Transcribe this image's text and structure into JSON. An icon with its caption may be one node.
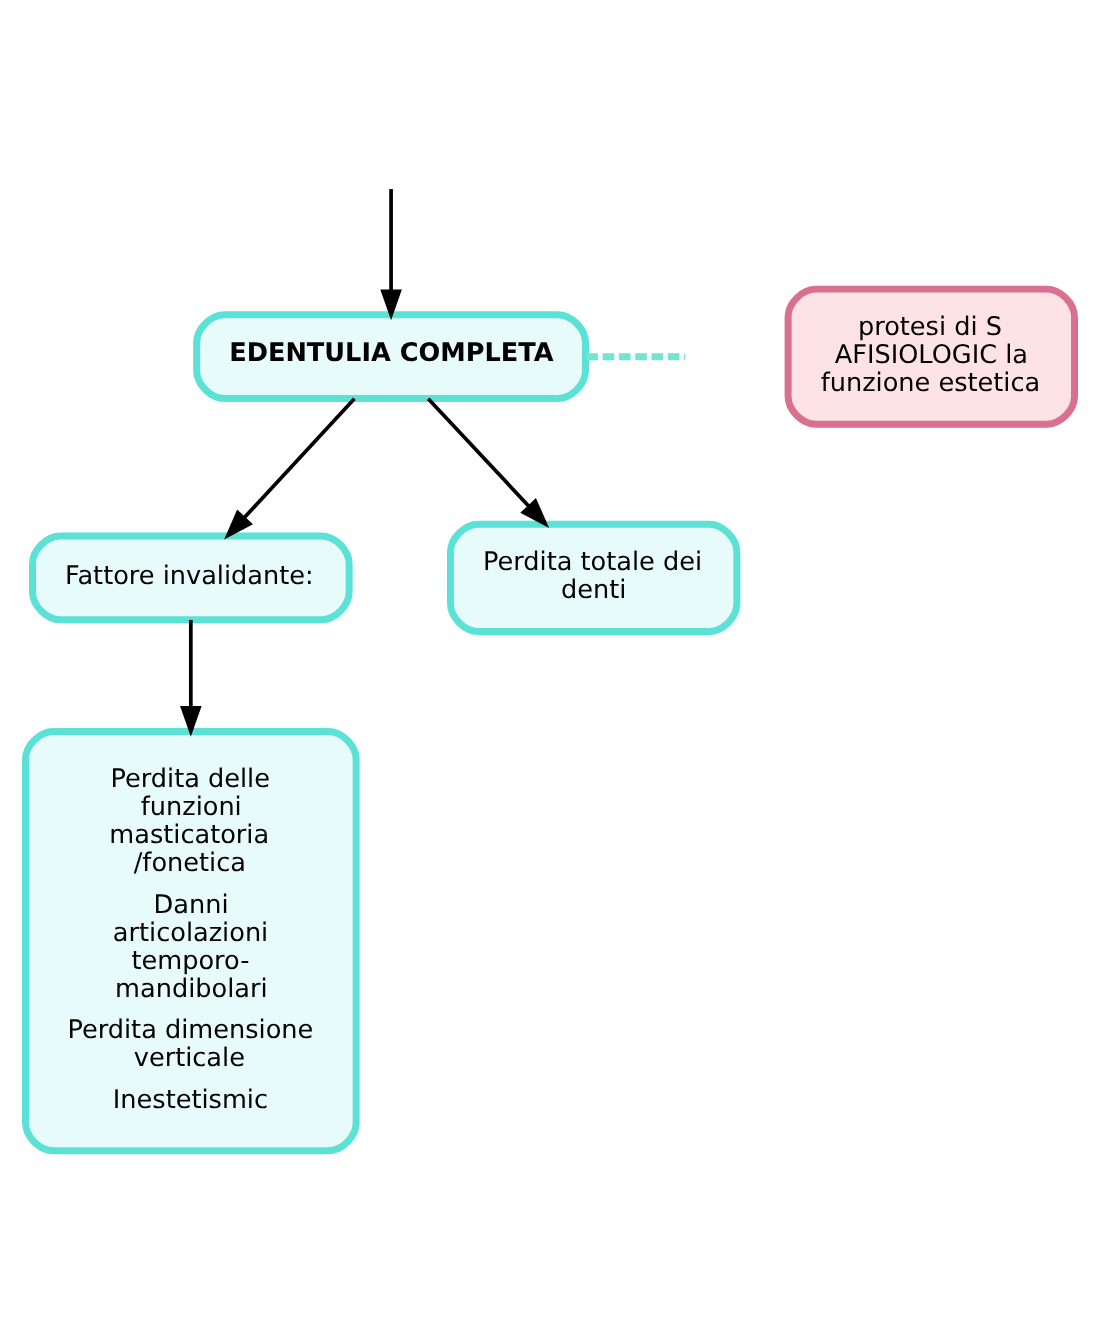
{
  "diagram": {
    "nodes": [
      {
        "text": [
          "EDENTULIA COMPLETA"
        ]
      },
      {
        "text": [
          "Fattore invalidante:"
        ]
      },
      {
        "text": [
          "Perdita totale dei denti"
        ]
      },
      {
        "text": [
          "Perdita delle funzioni masticatoria /fonetica",
          "Danni articolazioni temporo-mandibolari",
          "Perdita dimensione verticale",
          "Inestetismic"
        ]
      },
      {
        "text": [
          "protesi di S AFISIOLOGIC la funzione estetica"
        ]
      }
    ],
    "edges": [
      {
        "from": null,
        "to": 0,
        "arrow": "to"
      },
      {
        "from": 0,
        "to": null,
        "arrow": "none",
        "style": "dashed",
        "color": "#74e3cf"
      },
      {
        "from": 0,
        "to": 1,
        "arrow": "to"
      },
      {
        "from": 0,
        "to": 2,
        "arrow": "to"
      },
      {
        "from": 1,
        "to": 3,
        "arrow": "to"
      }
    ]
  }
}
